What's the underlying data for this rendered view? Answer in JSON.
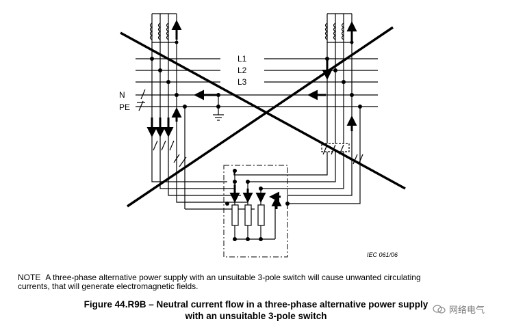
{
  "diagram": {
    "labels": {
      "l1": "L1",
      "l2": "L2",
      "l3": "L3",
      "n": "N",
      "pe": "PE"
    },
    "reference": "IEC  061/06"
  },
  "note": {
    "tag": "NOTE",
    "line1": "A three-phase alternative power supply with an unsuitable 3-pole switch will cause unwanted circulating",
    "line2": "currents, that will generate electromagnetic fields."
  },
  "caption": {
    "line1": "Figure 44.R9B – Neutral current flow in a three-phase alternative power supply",
    "line2": "with an unsuitable 3-pole switch"
  },
  "watermark": {
    "text": "网络电气",
    "icon": "wechat-icon"
  }
}
